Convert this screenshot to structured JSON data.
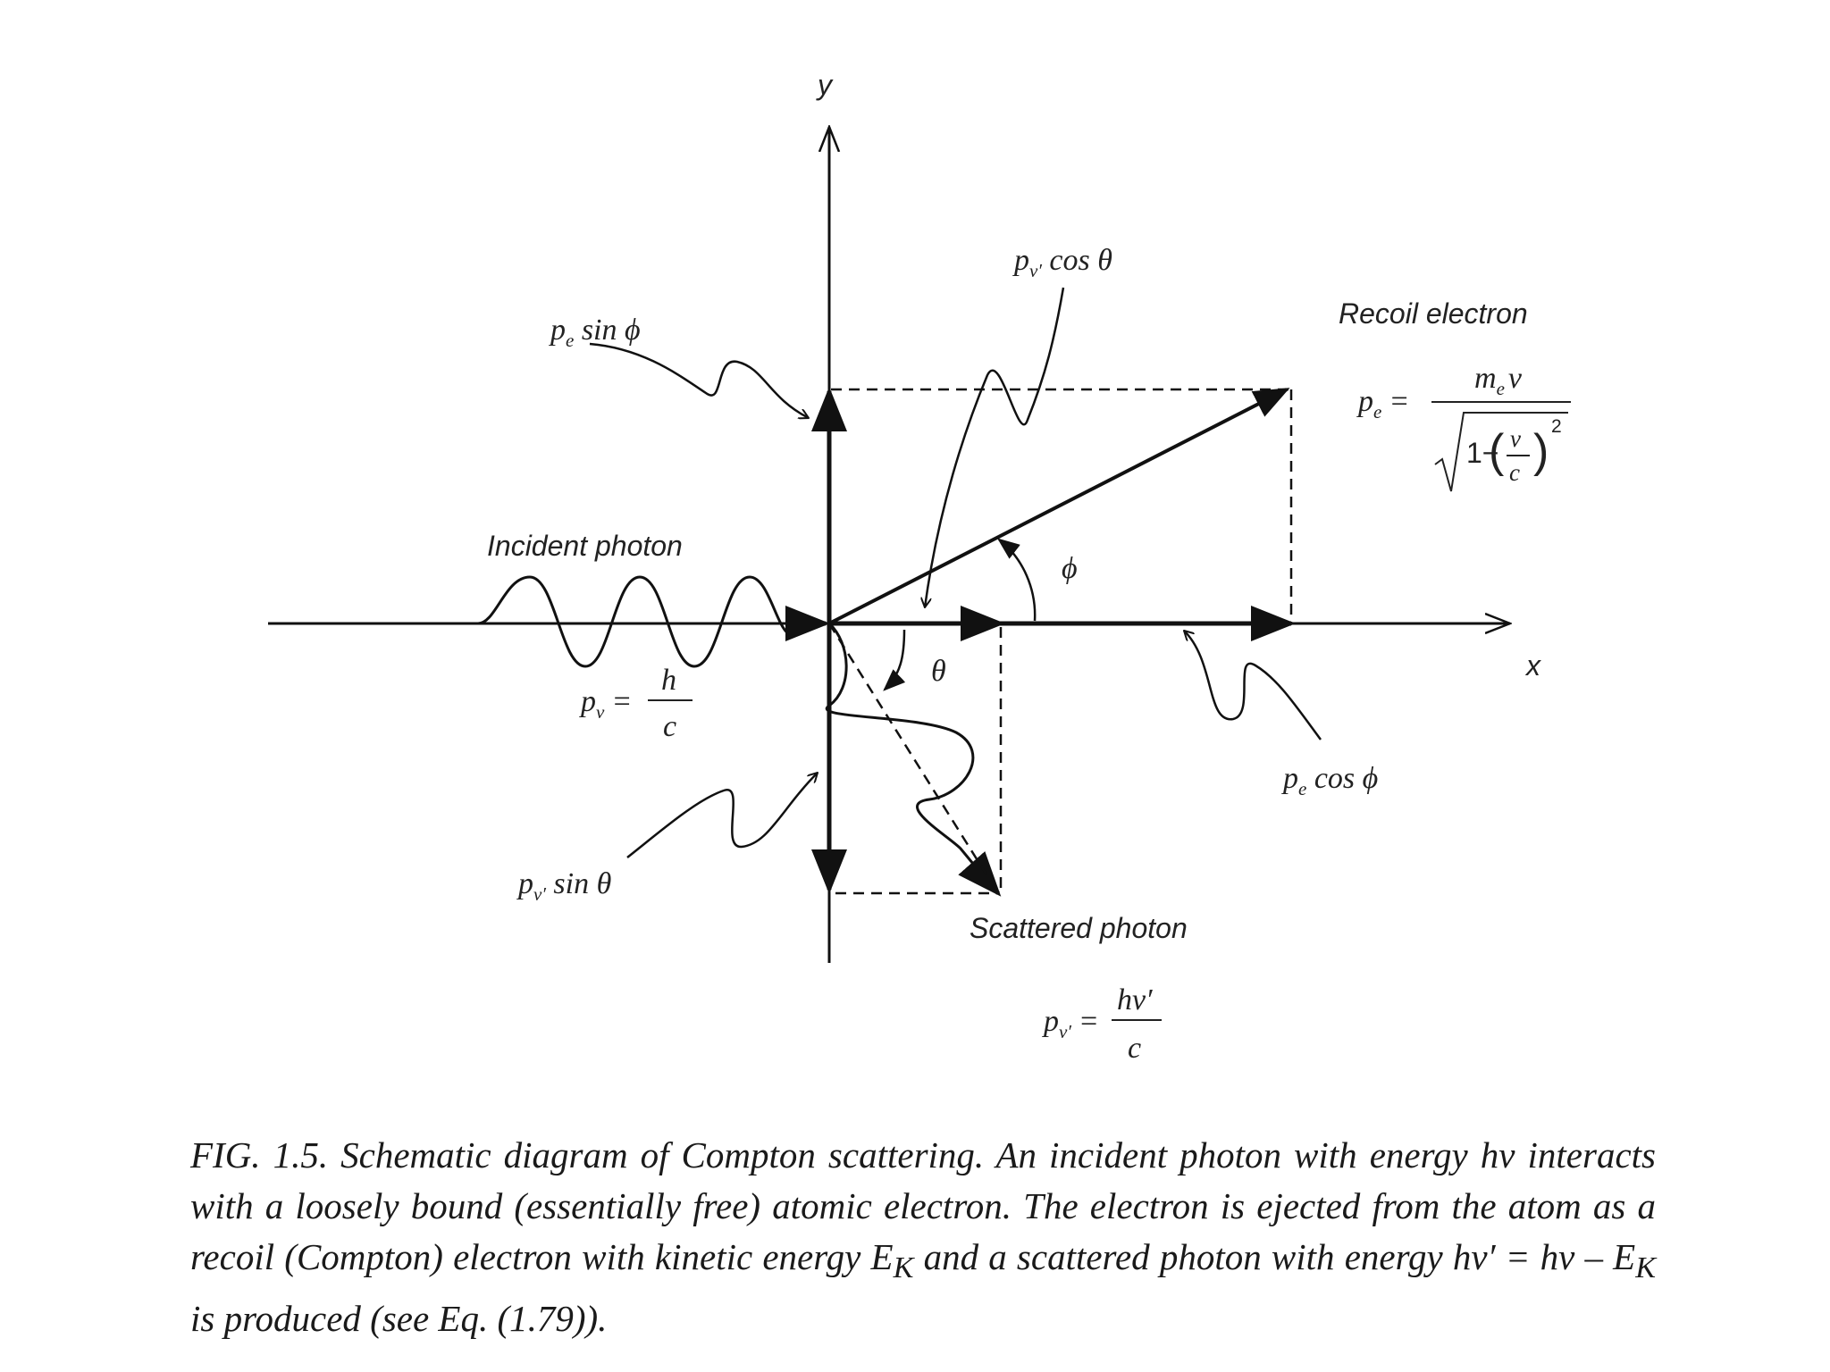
{
  "diagram": {
    "axis_x_label": "x",
    "axis_y_label": "y",
    "incident_photon_label": "Incident photon",
    "recoil_electron_label": "Recoil electron",
    "scattered_photon_label": "Scattered photon",
    "phi_symbol": "ϕ",
    "theta_symbol": "θ",
    "pe_cos_phi": {
      "p": "p",
      "sub": "e",
      "rest": " cos ϕ"
    },
    "pe_sin_phi": {
      "p": "p",
      "sub": "e",
      "rest": " sin ϕ"
    },
    "pv_prime_cos_theta": {
      "p": "p",
      "sub": "ν′",
      "rest": " cos θ"
    },
    "pv_prime_sin_theta": {
      "p": "p",
      "sub": "ν′",
      "rest": " sin θ"
    },
    "incident_momentum": {
      "p": "p",
      "sub": "ν",
      "eq": "=",
      "num": "h",
      "den": "c"
    },
    "scattered_momentum": {
      "p": "p",
      "sub": "ν′",
      "eq": "=",
      "num": "hν′",
      "den": "c"
    },
    "electron_momentum": {
      "p": "p",
      "sub": "e",
      "eq": "=",
      "num": "m",
      "num_sub": "e",
      "num_v": "v",
      "one": "1−",
      "v": "v",
      "c": "c",
      "exp": "2"
    }
  },
  "caption": {
    "fig": "FIG. 1.5.",
    "text1": " Schematic diagram of Compton scattering. An incident photon with energy hν interacts with a loosely bound (essentially free) atomic electron. The electron is ejected from the atom as a recoil (Compton) electron with kinetic energy E",
    "sub1": "K",
    "text2": " and a scattered photon with energy hν′ = hν – E",
    "sub2": "K",
    "text3": " is produced (see Eq. (1.79))."
  }
}
